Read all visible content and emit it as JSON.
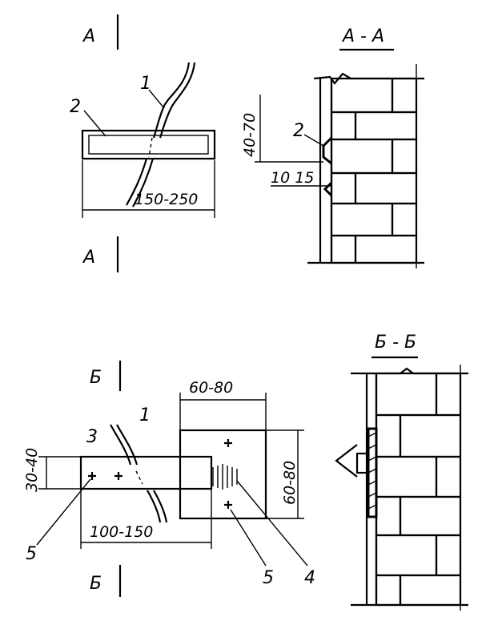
{
  "section_marks": {
    "a_top": "А",
    "a_bottom": "А",
    "b_top": "Б",
    "b_bottom": "Б"
  },
  "section_titles": {
    "aa": "А - А",
    "bb": "Б - Б"
  },
  "dimensions": {
    "a_gap": "40-70",
    "a_plate_length": "150-250",
    "a_depth": "10 15",
    "b_height_small": "30-40",
    "b_width": "60-80",
    "b_height": "60-80",
    "b_length": "100-150"
  },
  "callouts": {
    "crack": "1",
    "plate": "2",
    "anchor": "3",
    "hatch": "4",
    "nail": "5"
  }
}
